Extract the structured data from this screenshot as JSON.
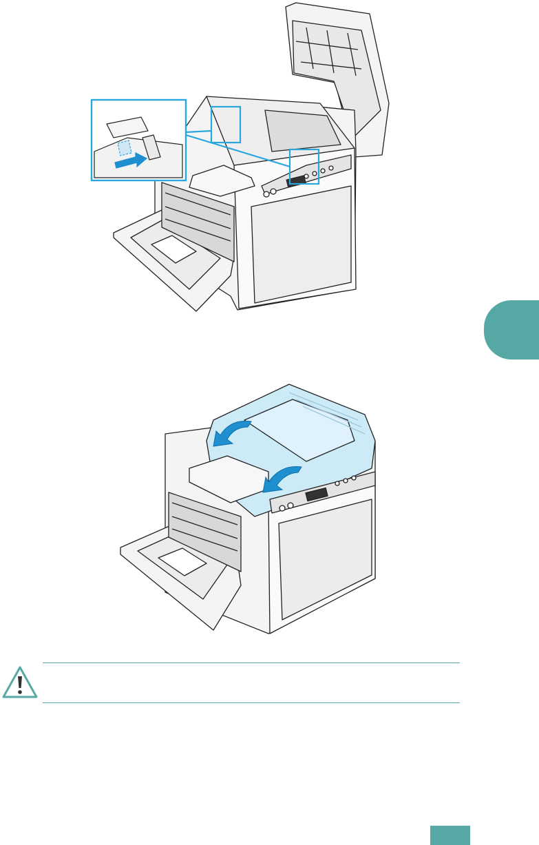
{
  "colors": {
    "accent": "#56a8a5",
    "callout": "#29a6de",
    "printer_body": "#f4f4f4",
    "printer_outline": "#222222",
    "highlight_fill": "#cdeaf7",
    "arrow": "#1f8fd0"
  },
  "figures": [
    {
      "name": "open-printer-lock-lever",
      "icon": "printer-open-cover-illustration"
    },
    {
      "name": "close-top-cover",
      "icon": "printer-close-cover-illustration"
    }
  ],
  "caution": {
    "icon": "caution-triangle-icon"
  }
}
